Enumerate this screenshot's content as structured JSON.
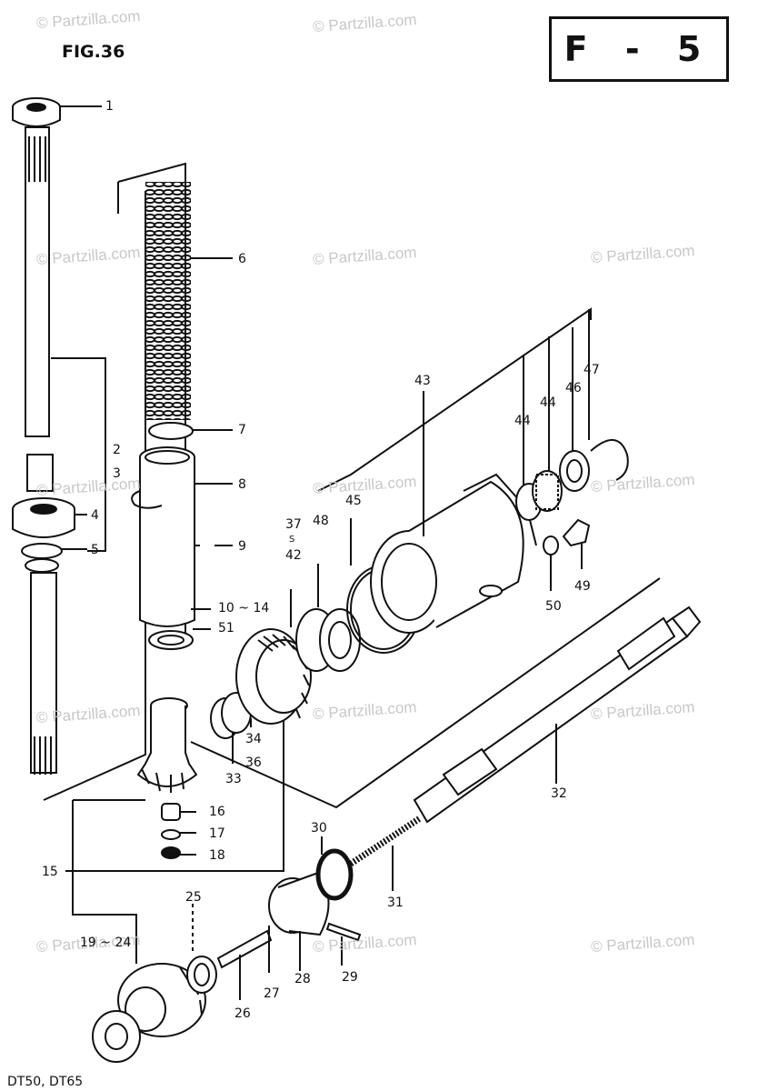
{
  "figure": {
    "title": "FIG.36",
    "page_code": "F - 5",
    "models": "DT50, DT65"
  },
  "watermark": "© Partzilla.com",
  "callouts": [
    {
      "id": "c1",
      "text": "1"
    },
    {
      "id": "c2",
      "text": "2"
    },
    {
      "id": "c3",
      "text": "3"
    },
    {
      "id": "c4",
      "text": "4"
    },
    {
      "id": "c5",
      "text": "5"
    },
    {
      "id": "c6",
      "text": "6"
    },
    {
      "id": "c7",
      "text": "7"
    },
    {
      "id": "c8",
      "text": "8"
    },
    {
      "id": "c9",
      "text": "9"
    },
    {
      "id": "c10",
      "text": "10 ~ 14"
    },
    {
      "id": "c51",
      "text": "51"
    },
    {
      "id": "c15",
      "text": "15"
    },
    {
      "id": "c16",
      "text": "16"
    },
    {
      "id": "c17",
      "text": "17"
    },
    {
      "id": "c18",
      "text": "18"
    },
    {
      "id": "c19",
      "text": "19 ~ 24"
    },
    {
      "id": "c25",
      "text": "25"
    },
    {
      "id": "c26",
      "text": "26"
    },
    {
      "id": "c27",
      "text": "27"
    },
    {
      "id": "c28",
      "text": "28"
    },
    {
      "id": "c29",
      "text": "29"
    },
    {
      "id": "c30",
      "text": "30"
    },
    {
      "id": "c31",
      "text": "31"
    },
    {
      "id": "c32",
      "text": "32"
    },
    {
      "id": "c33",
      "text": "33"
    },
    {
      "id": "c34",
      "text": "34"
    },
    {
      "id": "c36",
      "text": "36"
    },
    {
      "id": "c37",
      "text": "37"
    },
    {
      "id": "ctilde",
      "text": "S"
    },
    {
      "id": "c42",
      "text": "42"
    },
    {
      "id": "c48",
      "text": "48"
    },
    {
      "id": "c45",
      "text": "45"
    },
    {
      "id": "c43",
      "text": "43"
    },
    {
      "id": "c44a",
      "text": "44"
    },
    {
      "id": "c44b",
      "text": "44"
    },
    {
      "id": "c46",
      "text": "46"
    },
    {
      "id": "c47",
      "text": "47"
    },
    {
      "id": "c49",
      "text": "49"
    },
    {
      "id": "c50",
      "text": "50"
    }
  ]
}
